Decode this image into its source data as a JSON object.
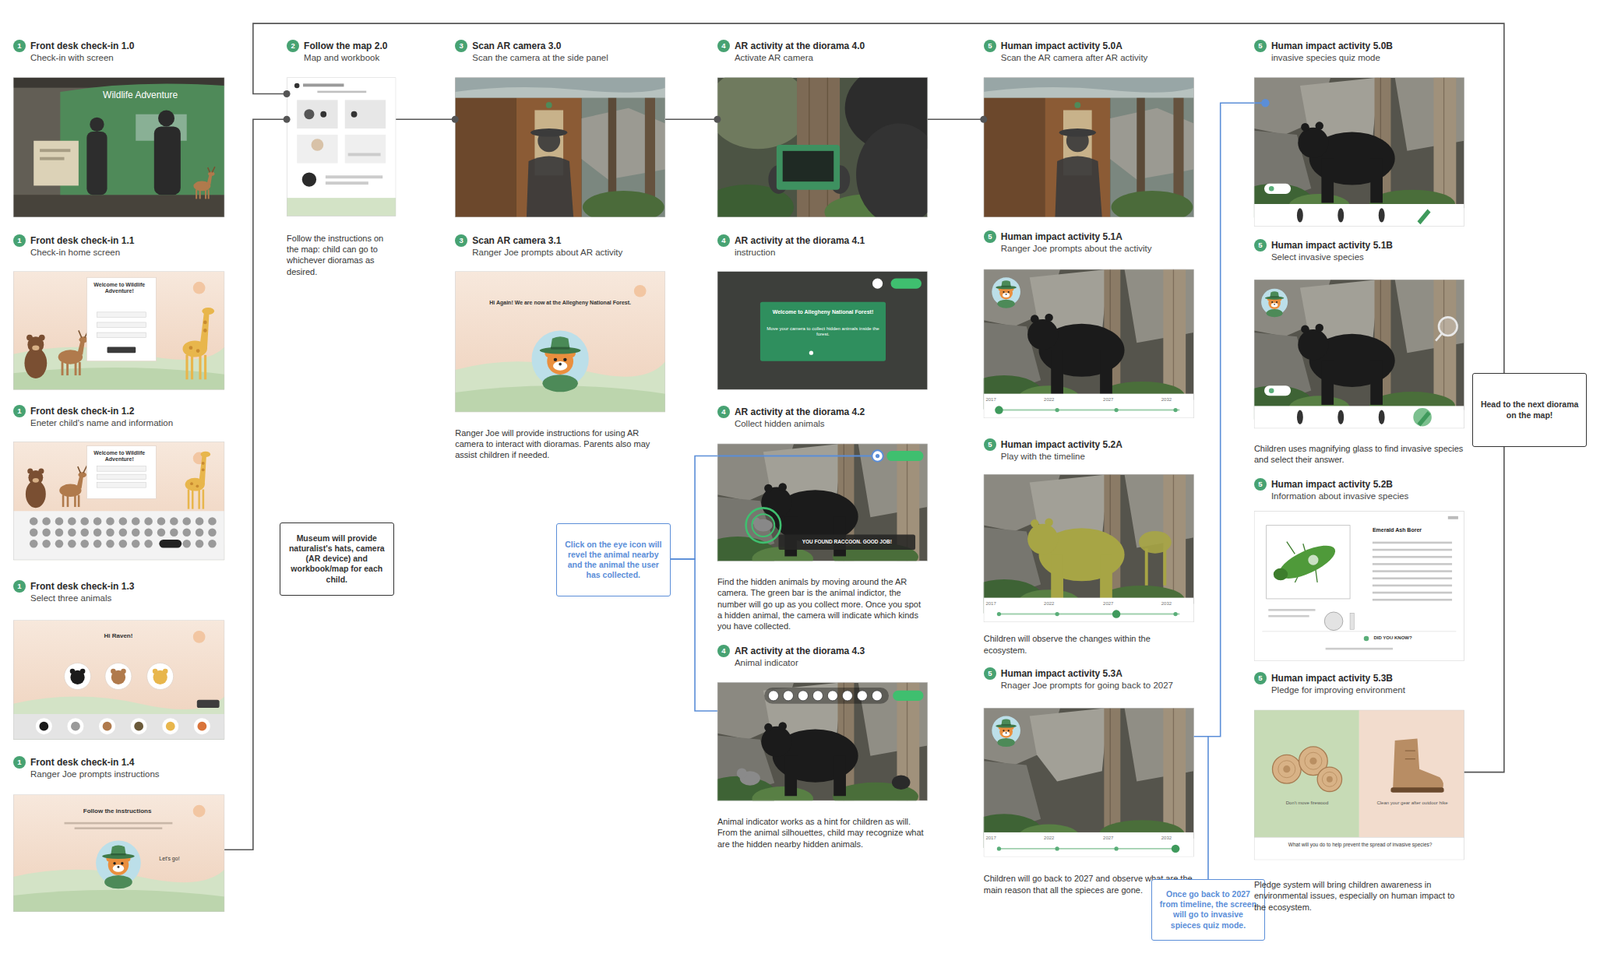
{
  "diagram": {
    "nodes": [
      {
        "text": [
          "Front desk check-in 1.0",
          "Check-in with screen"
        ]
      },
      {
        "text": [
          "1"
        ],
        "in": 0
      },
      {
        "text": [
          "Front desk check-in 1.1",
          "Check-in home screen"
        ]
      },
      {
        "text": [
          "1"
        ],
        "in": 2
      },
      {
        "text": [
          "Front desk check-in 1.2",
          "Eneter child's name and information"
        ]
      },
      {
        "text": [
          "1"
        ],
        "in": 4
      },
      {
        "text": [
          "Front desk check-in 1.3",
          "Select three animals"
        ]
      },
      {
        "text": [
          "1"
        ],
        "in": 6
      },
      {
        "text": [
          "Front desk check-in 1.4",
          "Ranger Joe prompts instructions"
        ]
      },
      {
        "text": [
          "1"
        ],
        "in": 8
      },
      {
        "text": [
          "Follow the map 2.0",
          "Map and workbook",
          "Follow the instructions on the map: child can go to whichever dioramas as desired."
        ]
      },
      {
        "text": [
          "2"
        ],
        "in": 10
      },
      {
        "text": [
          "Museum will provide naturalist's hats, camera (AR device) and workbook/map for each child."
        ]
      },
      {
        "text": [
          "Scan AR camera 3.0",
          "Scan the camera at the side panel"
        ]
      },
      {
        "text": [
          "3"
        ],
        "in": 13
      },
      {
        "text": [
          "Scan AR camera 3.1",
          "Ranger Joe prompts about AR activity",
          "Ranger Joe will provide instructions for using AR camera to interact with dioramas. Parents also may assist children if needed."
        ]
      },
      {
        "text": [
          "3"
        ],
        "in": 15
      },
      {
        "text": [
          "Click on the eye icon will revel the animal nearby and the animal the user has collected."
        ]
      },
      {
        "text": [
          "AR activity at the diorama 4.0",
          "Activate AR camera"
        ]
      },
      {
        "text": [
          "4"
        ],
        "in": 18
      },
      {
        "text": [
          "AR activity at the diorama 4.1",
          "instruction"
        ]
      },
      {
        "text": [
          "4"
        ],
        "in": 20
      },
      {
        "text": [
          "AR activity at the diorama 4.2",
          "Collect hidden animals",
          "Find the hidden animals by moving around the AR camera. The green bar is the animal indictor, the number will go up as you collect more. Once you spot a hidden animal, the camera will indicate which kinds you have collected."
        ]
      },
      {
        "text": [
          "4"
        ],
        "in": 22
      },
      {
        "text": [
          "AR activity at the diorama 4.3",
          "Animal indicator",
          "Animal indicator works as a hint for children as will. From the animal silhouettes, child may recognize what are the hidden nearby hidden animals."
        ]
      },
      {
        "text": [
          "4"
        ],
        "in": 24
      },
      {
        "text": [
          "Human impact activity 5.0A",
          "Scan the AR camera after AR activity"
        ]
      },
      {
        "text": [
          "5"
        ],
        "in": 26
      },
      {
        "text": [
          "Human impact activity 5.1A",
          "Ranger Joe prompts about the activity"
        ]
      },
      {
        "text": [
          "5"
        ],
        "in": 28
      },
      {
        "text": [
          "Human impact activity 5.2A",
          "Play with the timeline",
          "Children will observe the changes within the ecosystem."
        ]
      },
      {
        "text": [
          "5"
        ],
        "in": 30
      },
      {
        "text": [
          "Human impact activity 5.3A",
          "Rnager Joe prompts for going back to 2027",
          "Children will go back to 2027 and observe what are the main reason that all the spieces are gone."
        ]
      },
      {
        "text": [
          "5"
        ],
        "in": 32
      },
      {
        "text": [
          "Once go back to 2027 from timeline, the screen will go to invasive spieces quiz mode."
        ]
      },
      {
        "text": [
          "Human impact activity 5.0B",
          "invasive species quiz mode"
        ]
      },
      {
        "text": [
          "5"
        ],
        "in": 35
      },
      {
        "text": [
          "Human impact activity 5.1B",
          "Select invasive species",
          "Children uses magnifying glass to find invasive species and select their answer."
        ]
      },
      {
        "text": [
          "5"
        ],
        "in": 37
      },
      {
        "text": [
          "Human impact activity 5.2B",
          "Information about invasive species"
        ]
      },
      {
        "text": [
          "5"
        ],
        "in": 39
      },
      {
        "text": [
          "Human impact activity 5.3B",
          "Pledge for improving environment",
          "Pledge system will bring children awareness in environmental issues, especially on human impact to the ecosystem."
        ]
      },
      {
        "text": [
          "5"
        ],
        "in": 41
      },
      {
        "text": [
          "Head to the next diorama on the map!"
        ]
      }
    ],
    "edges": [
      {
        "from": 8,
        "to": 10,
        "arrow": "none"
      },
      {
        "from": 10,
        "to": 13,
        "arrow": "none"
      },
      {
        "from": 13,
        "to": 18,
        "arrow": "none"
      },
      {
        "from": 18,
        "to": 26,
        "arrow": "none"
      },
      {
        "from": 41,
        "to": 10,
        "arrow": "none"
      },
      {
        "from": 17,
        "to": 22,
        "arrow": "none"
      },
      {
        "from": 17,
        "to": 24,
        "arrow": "none"
      },
      {
        "from": 32,
        "to": 35,
        "arrow": "none"
      }
    ],
    "labels": [
      "Wildlife Adventure",
      "Welcome to Wildlife Adventure!",
      "Welcome to Wildlife Adventure!",
      "Hi Raven!",
      "Follow the instructions",
      "Let's go!",
      "Hi Again! We are now at the Allegheny National Forest.",
      "Welcome to Allegheny National Forest!",
      "Move your camera to collect hidden animals inside the forest.",
      "YOU FOUND RACCOON. GOOD JOB!",
      "Emerald Ash Borer",
      "DID YOU KNOW?",
      "Don't move firewood",
      "Clean your gear after outdoor hike",
      "What will you do to help prevent the spread of invasive species?",
      "2017",
      "2022",
      "2027",
      "2032",
      "2017",
      "2022",
      "2027",
      "2032",
      "2017",
      "2022",
      "2027",
      "2032"
    ]
  }
}
